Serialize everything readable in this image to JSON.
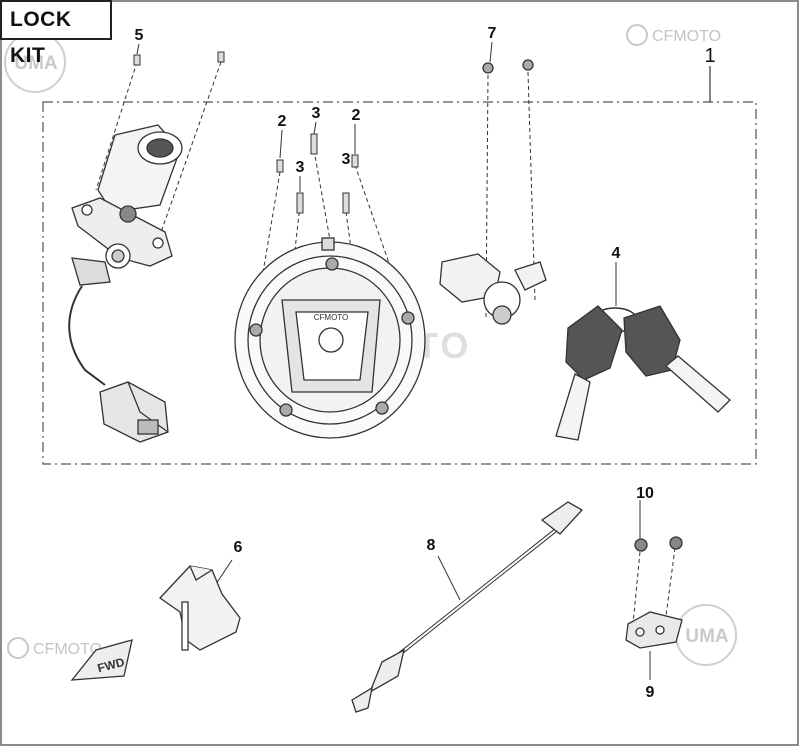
{
  "title": "LOCK KIT",
  "watermarks": {
    "brand_top": "CFMOTO",
    "brand_bottom": "CFMOTO",
    "center": "CFMOTO",
    "logo_left": "UMA",
    "logo_right": "UMA"
  },
  "parts": [
    {
      "number": "1",
      "description": "lock kit assembly bracket"
    },
    {
      "number": "2",
      "description": "screw"
    },
    {
      "number": "3",
      "description": "screw"
    },
    {
      "number": "3",
      "description": "screw"
    },
    {
      "number": "3",
      "description": "screw"
    },
    {
      "number": "2",
      "description": "screw"
    },
    {
      "number": "4",
      "description": "keys"
    },
    {
      "number": "5",
      "description": "screw"
    },
    {
      "number": "6",
      "description": "bracket"
    },
    {
      "number": "7",
      "description": "nut"
    },
    {
      "number": "8",
      "description": "cable"
    },
    {
      "number": "9",
      "description": "plate"
    },
    {
      "number": "10",
      "description": "bolt"
    }
  ],
  "fuel_cap_label": "CFMOTO",
  "fwd_label": "FWD",
  "colors": {
    "line": "#333333",
    "frame": "#444444",
    "watermark": "#c8c8c8"
  }
}
